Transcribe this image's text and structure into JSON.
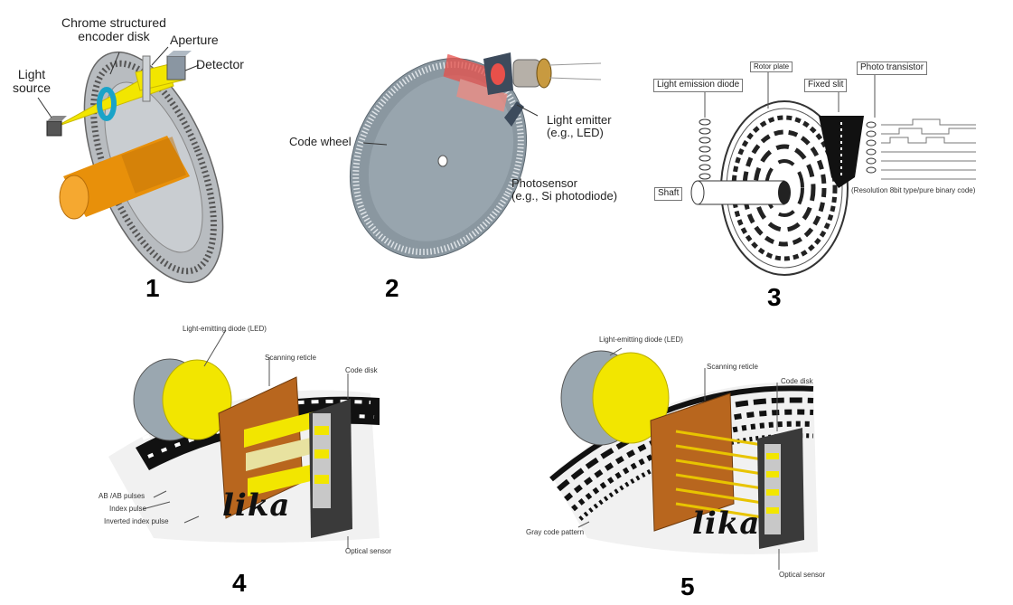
{
  "panels": [
    {
      "number": "1",
      "labels": {
        "disk": "Chrome structured\nencoder disk",
        "aperture": "Aperture",
        "detector": "Detector",
        "light_source": "Light\nsource"
      }
    },
    {
      "number": "2",
      "labels": {
        "code_wheel": "Code wheel",
        "emitter": "Light emitter\n(e.g., LED)",
        "photosensor": "Photosensor\n(e.g., Si photodiode)"
      }
    },
    {
      "number": "3",
      "labels": {
        "rotor_plate": "Rotor plate",
        "photo_transistor": "Photo transistor",
        "led": "Light emission diode",
        "fixed_slit": "Fixed slit",
        "shaft": "Shaft",
        "resolution": "(Resolution 8bit type/pure binary code)"
      }
    },
    {
      "number": "4",
      "labels": {
        "led": "Light-emitting diode (LED)",
        "reticle": "Scanning reticle",
        "code_disk": "Code disk",
        "ab_pulses": "AB /AB pulses",
        "index": "Index pulse",
        "inv_index": "Inverted index pulse",
        "sensor": "Optical sensor"
      },
      "logo": "lika"
    },
    {
      "number": "5",
      "labels": {
        "led": "Light-emitting diode (LED)",
        "reticle": "Scanning reticle",
        "code_disk": "Code disk",
        "gray": "Gray code pattern",
        "sensor": "Optical sensor"
      },
      "logo": "lika"
    }
  ],
  "colors": {
    "yellow": "#f2e600",
    "orange": "#e8900a",
    "copper": "#b8661e",
    "steel": "#9aa7b0",
    "dark": "#3a3a3a",
    "red": "#e8504a"
  }
}
